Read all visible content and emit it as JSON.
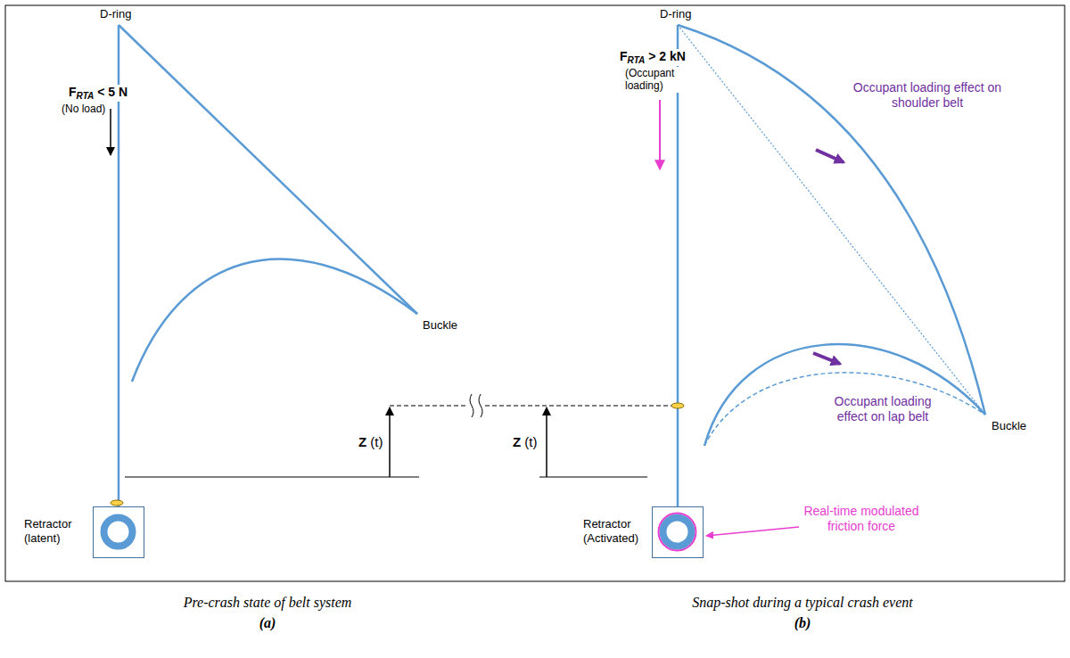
{
  "diagram": {
    "nodes": [
      {
        "text": [
          "Retractor (latent)"
        ]
      },
      {
        "text": [
          "Retractor (Activated)"
        ]
      }
    ],
    "labels": [
      "D-ring",
      "FRTA < 5 N",
      "(No load)",
      "Buckle",
      "Z (t)",
      "D-ring",
      "FRTA > 2 kN",
      "(Occupant loading)",
      "Occupant loading effect on shoulder belt",
      "Occupant loading effect on lap belt",
      "Buckle",
      "Z (t)",
      "Real-time modulated friction force",
      "Pre-crash state of belt system",
      "(a)",
      "Snap-shot during a typical crash event",
      "(b)"
    ]
  }
}
